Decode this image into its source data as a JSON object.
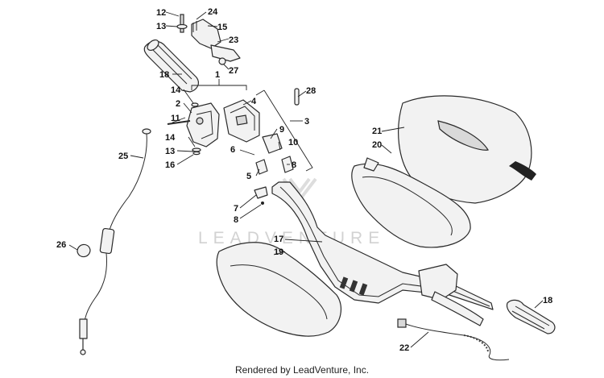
{
  "watermark": "LEADVENTURE",
  "caption": "Rendered by LeadVenture, Inc.",
  "callouts": {
    "c12": "12",
    "c24": "24",
    "c13a": "13",
    "c15": "15",
    "c23": "23",
    "c27": "27",
    "c18a": "18",
    "c1": "1",
    "c14a": "14",
    "c2": "2",
    "c11": "11",
    "c14b": "14",
    "c13b": "13",
    "c16": "16",
    "c4": "4",
    "c28": "28",
    "c3": "3",
    "c9": "9",
    "c6": "6",
    "c10": "10",
    "c8a": "8",
    "c5": "5",
    "c7": "7",
    "c8b": "8",
    "c25": "25",
    "c26": "26",
    "c21": "21",
    "c20": "20",
    "c17": "17",
    "c19": "19",
    "c18b": "18",
    "c22": "22"
  }
}
